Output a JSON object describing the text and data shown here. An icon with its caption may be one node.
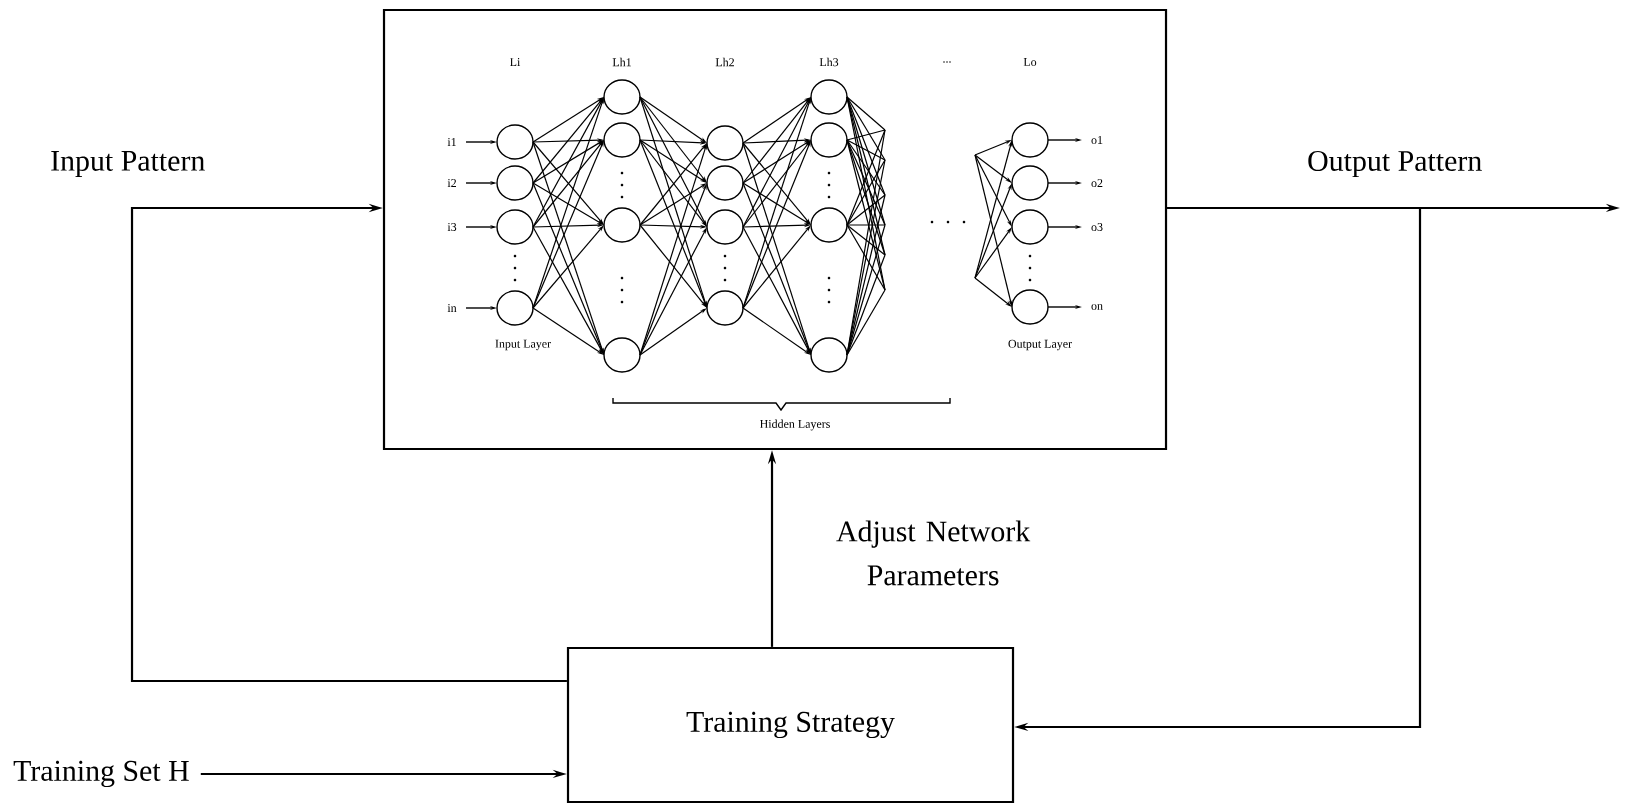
{
  "diagram": {
    "nodes": [
      {
        "text": [],
        "shape": "box"
      },
      {
        "text": [
          "Training Strategy"
        ]
      },
      {
        "text": [
          "Training Set H"
        ]
      }
    ],
    "edges": [
      {
        "from": 1,
        "to": 0,
        "arrow": "to",
        "label": "Input Pattern"
      },
      {
        "from": 0,
        "to": null,
        "arrow": "to",
        "label": "Output Pattern"
      },
      {
        "from": 0,
        "to": 1,
        "arrow": "to"
      },
      {
        "from": 2,
        "to": 1,
        "arrow": "to"
      },
      {
        "from": 1,
        "to": 0,
        "arrow": "to",
        "label": "Adjust Network Parameters"
      }
    ],
    "labels": [
      "Li",
      "Lh1",
      "Lh2",
      "Lh3",
      "...",
      "Lo",
      "i1",
      "i2",
      "i3",
      "in",
      "o1",
      "o2",
      "o3",
      "on",
      "Input Layer",
      "Output Layer",
      "Hidden Layers"
    ]
  }
}
